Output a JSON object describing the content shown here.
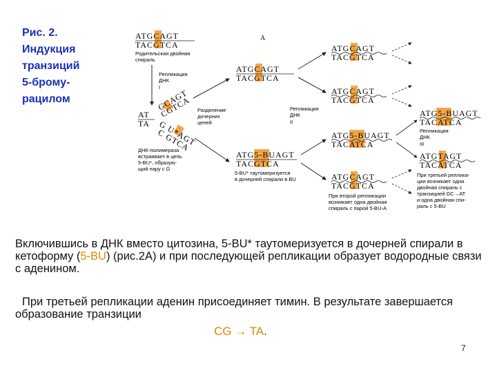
{
  "figure_title": {
    "lines": [
      "Рис. 2.",
      "Индукция",
      "транзиций",
      "5-бромy-",
      "рацилом"
    ]
  },
  "diagram": {
    "letter_a": "А",
    "parent_top": "ATGCAGT",
    "parent_bottom": "TACGTCA",
    "parent_label_1": "Родительская двойная",
    "parent_label_2": "спираль",
    "repl1_label_1": "Репликация",
    "repl1_label_2": "ДНК",
    "repl1_label_3": "I",
    "sep_label_1": "Разделение",
    "sep_label_2": "дочерних",
    "sep_label_3": "цепей",
    "poly_label_1": "ДНК-полимераза",
    "poly_label_2": "встраивает в цепь",
    "poly_label_3": "5-BU*, образую-",
    "poly_label_4": "щий пару с G",
    "mid_top_1": "ATGCAGT",
    "mid_bottom_1": "TACGTCA",
    "mid_top_2": "ATG5-BUAGT",
    "mid_bottom_2": "TACGTCA",
    "tauto_label_1": "5-BU* таутомеризуется",
    "tauto_label_2": "в дочерней спирали в BU",
    "repl2_label_1": "Репликация",
    "repl2_label_2": "ДНК",
    "repl2_label_3": "II",
    "r2_a_top": "ATGCAGT",
    "r2_a_bottom": "TACGTCA",
    "r2_b_top": "ATGCAGT",
    "r2_b_bottom": "TACGTCA",
    "r2_c_top": "ATG5-BUAGT",
    "r2_c_bottom": "TACATCA",
    "r2_d_top": "ATGCAGT",
    "r2_d_bottom": "TACGTCA",
    "second_label_1": "При второй репликации",
    "second_label_2": "возникает одна двойная",
    "second_label_3": "спираль с парой 5-BU-A",
    "repl3_label_1": "Репликация",
    "repl3_label_2": "ДНК",
    "repl3_label_3": "III",
    "r3_a_top": "ATG5-BUAGT",
    "r3_a_bottom": "TACATCA",
    "r3_b_top": "ATGTAGT",
    "r3_b_bottom": "TACATCA",
    "third_label_1": "При третьей реплика-",
    "third_label_2": "ции возникает одна",
    "third_label_3": "двойная спираль с",
    "third_label_4": "транзицией GC→AT",
    "third_label_5": "и одна двойная спи-",
    "third_label_6": "раль с 5-BU",
    "highlight_color": "#f2a64a"
  },
  "paragraph1": {
    "part1": "Включившись в  ДНК вместо цитозина, 5-BU* таутомеризуется в дочерней спирали в кетоформу (",
    "highlight": "5-BU",
    "part2": ") (рис.2А) и при последующей репликации образует водородные связи с аденином."
  },
  "paragraph2": {
    "text": "При третьей репликации аденин присоединяет тимин. В результате завершается образование транзиции"
  },
  "formula": {
    "text": "CG → TA",
    "dot": "."
  },
  "page_number": "7"
}
